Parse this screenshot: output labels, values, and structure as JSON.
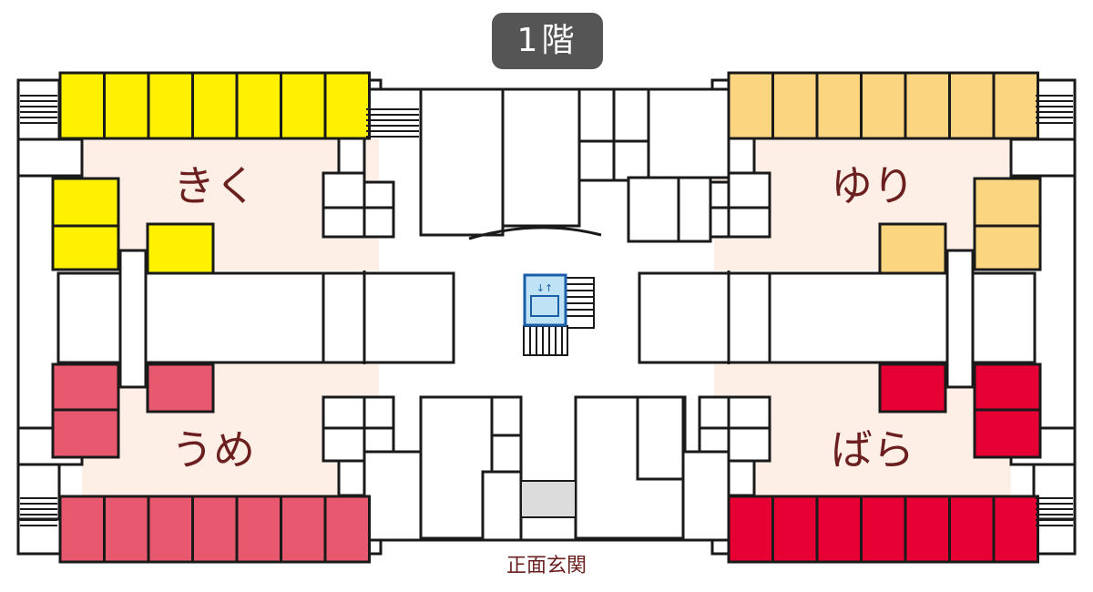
{
  "floor_label": "1階",
  "wards": [
    {
      "name": "きく",
      "position": "top-left",
      "color": "#fff100",
      "area_color": "#fdeee6"
    },
    {
      "name": "ゆり",
      "position": "top-right",
      "color": "#fcd580",
      "area_color": "#fdeee6"
    },
    {
      "name": "うめ",
      "position": "bottom-left",
      "color": "#e8596f",
      "area_color": "#fdeee6"
    },
    {
      "name": "ばら",
      "position": "bottom-right",
      "color": "#e60033",
      "area_color": "#fdeee6"
    }
  ],
  "entrance_label": "正面玄関",
  "colors": {
    "label_text": "#6b1f1f",
    "wall": "#1a1a1a",
    "elevator_fill": "#bfe3f5",
    "elevator_stroke": "#1a5ea8",
    "entrance_fill": "#dcdcdc"
  },
  "icons": [
    "elevator-icon",
    "stairs-icon"
  ]
}
